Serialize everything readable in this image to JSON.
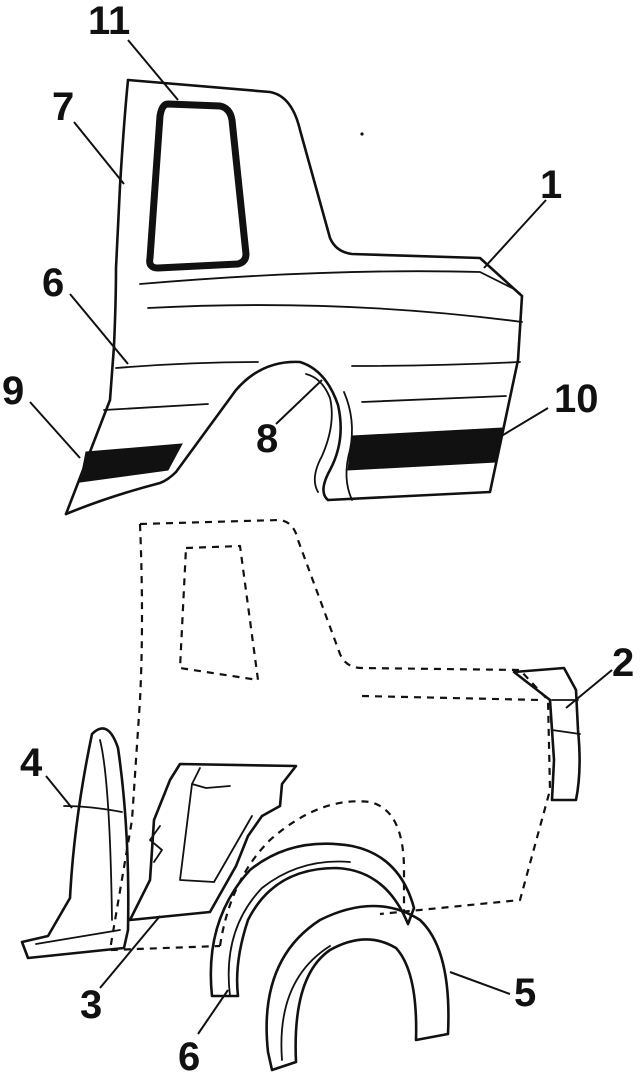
{
  "callouts": {
    "c1": "1",
    "c2": "2",
    "c3": "3",
    "c4": "4",
    "c5": "5",
    "c6_upper": "6",
    "c6_lower": "6",
    "c7": "7",
    "c8": "8",
    "c9": "9",
    "c10": "10",
    "c11": "11"
  },
  "colors": {
    "ink": "#111111",
    "background": "#ffffff"
  }
}
